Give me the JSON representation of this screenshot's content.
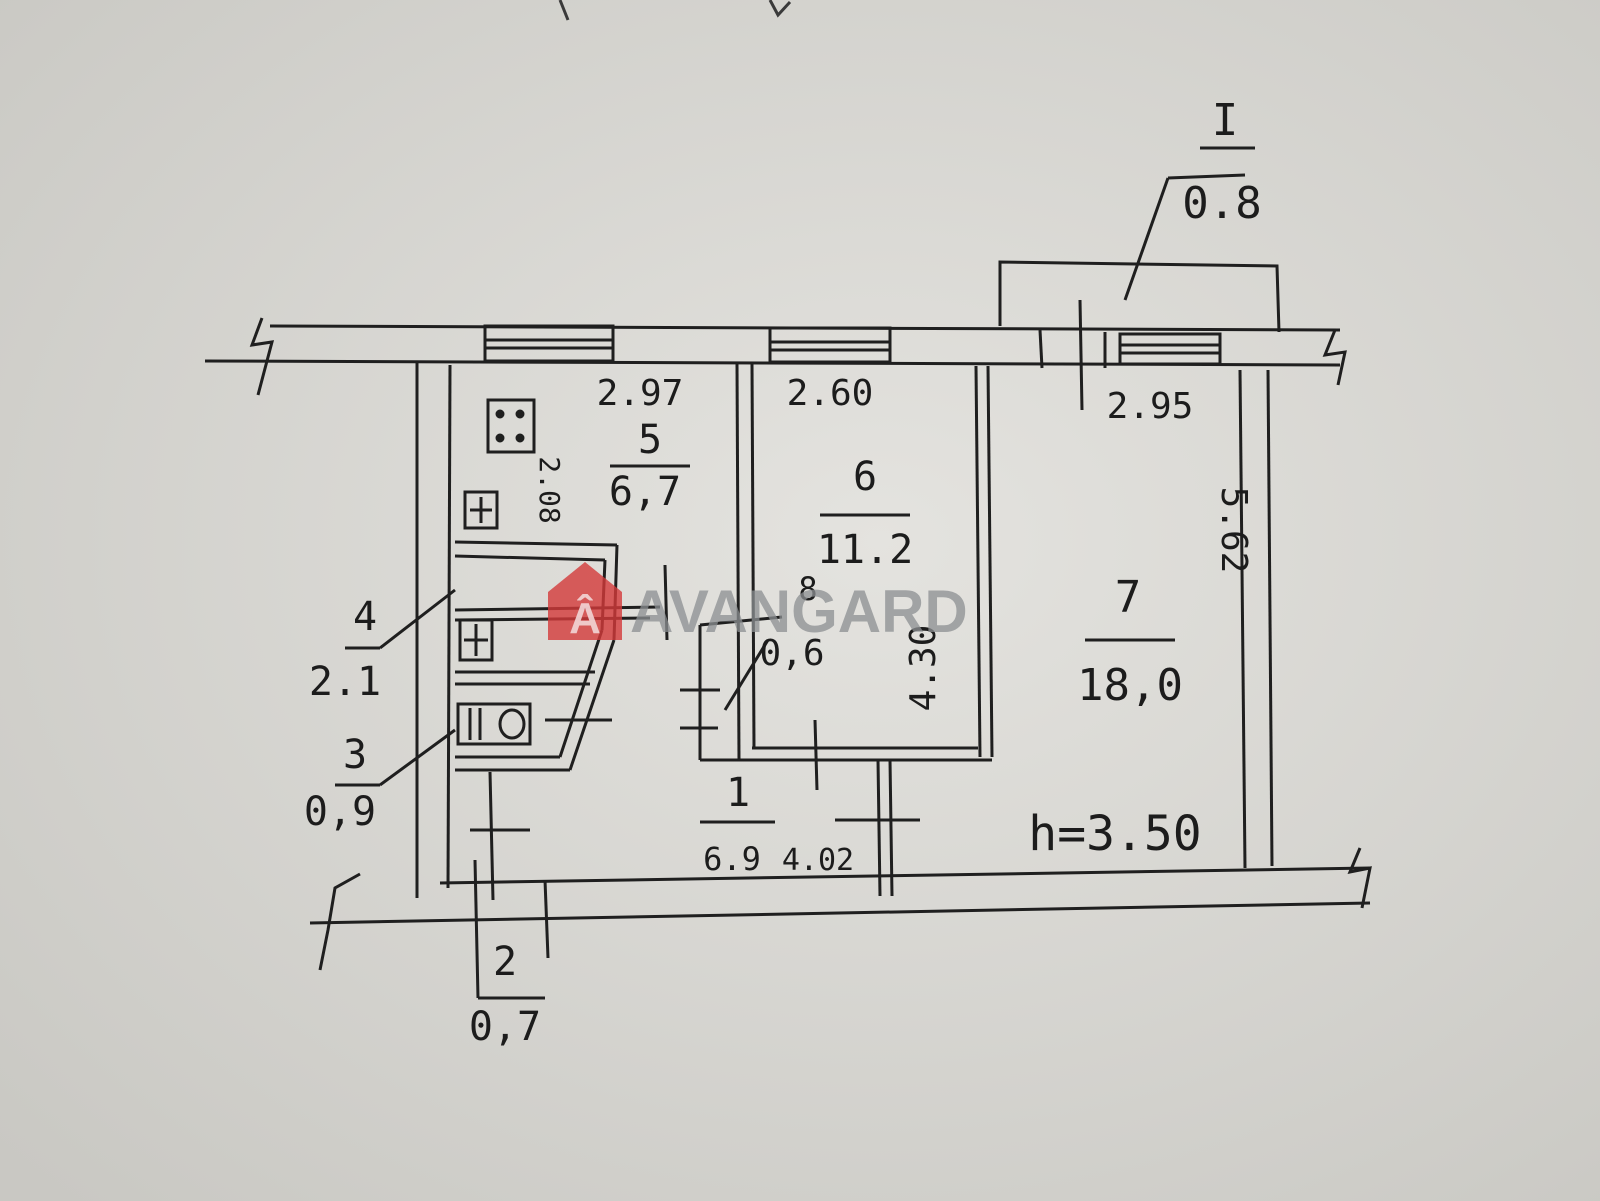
{
  "rooms": [
    {
      "number": "1",
      "area": "6.9"
    },
    {
      "number": "2",
      "area": "0,7"
    },
    {
      "number": "3",
      "area": "0,9"
    },
    {
      "number": "4",
      "area": "2.1"
    },
    {
      "number": "5",
      "area": "6,7"
    },
    {
      "number": "6",
      "area": "11.2"
    },
    {
      "number": "7",
      "area": "18,0"
    },
    {
      "number": "8",
      "area": "0,6"
    }
  ],
  "balcony": {
    "number": "I",
    "area": "0.8"
  },
  "dimensions": [
    "2.97",
    "2.60",
    "2.95",
    "5.62",
    "4.30",
    "4.02",
    "2.08"
  ],
  "ceiling_height": "h=3.50",
  "watermark": {
    "text": "AVANGARD",
    "badge": "Â",
    "color": "#d33a3a"
  }
}
